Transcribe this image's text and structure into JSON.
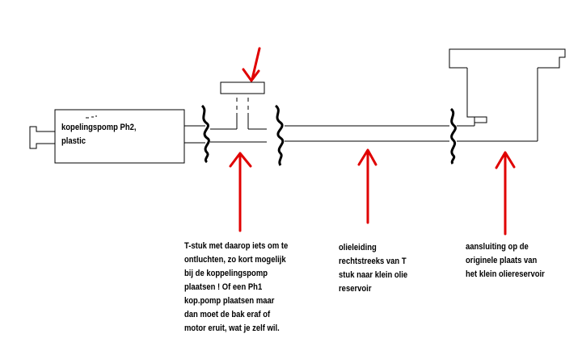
{
  "diagram": {
    "colors": {
      "line": "#000000",
      "arrow": "#e00000",
      "background": "#ffffff"
    },
    "pump_label": "kopelingspomp Ph2,\nplastic",
    "tpiece_label": "T-stuk met daarop iets om te\nontluchten, zo kort mogelijk\nbij de koppelingspomp\nplaatsen ! Of een Ph1\nkop.pomp plaatsen maar\ndan moet de bak eraf of\nmotor eruit, wat je zelf wil.",
    "line_label": "olieleiding\nrechtstreeks van T\nstuk naar klein olie\nreservoir",
    "reservoir_label": "aansluiting op de\noriginele plaats van\nhet klein oliereservoir",
    "arrows": [
      {
        "name": "bleeder-arrow",
        "points_to": "bleeder"
      },
      {
        "name": "tpiece-arrow",
        "points_to": "T-piece"
      },
      {
        "name": "oil-line-arrow",
        "points_to": "oil line"
      },
      {
        "name": "reservoir-arrow",
        "points_to": "reservoir connection"
      }
    ]
  }
}
